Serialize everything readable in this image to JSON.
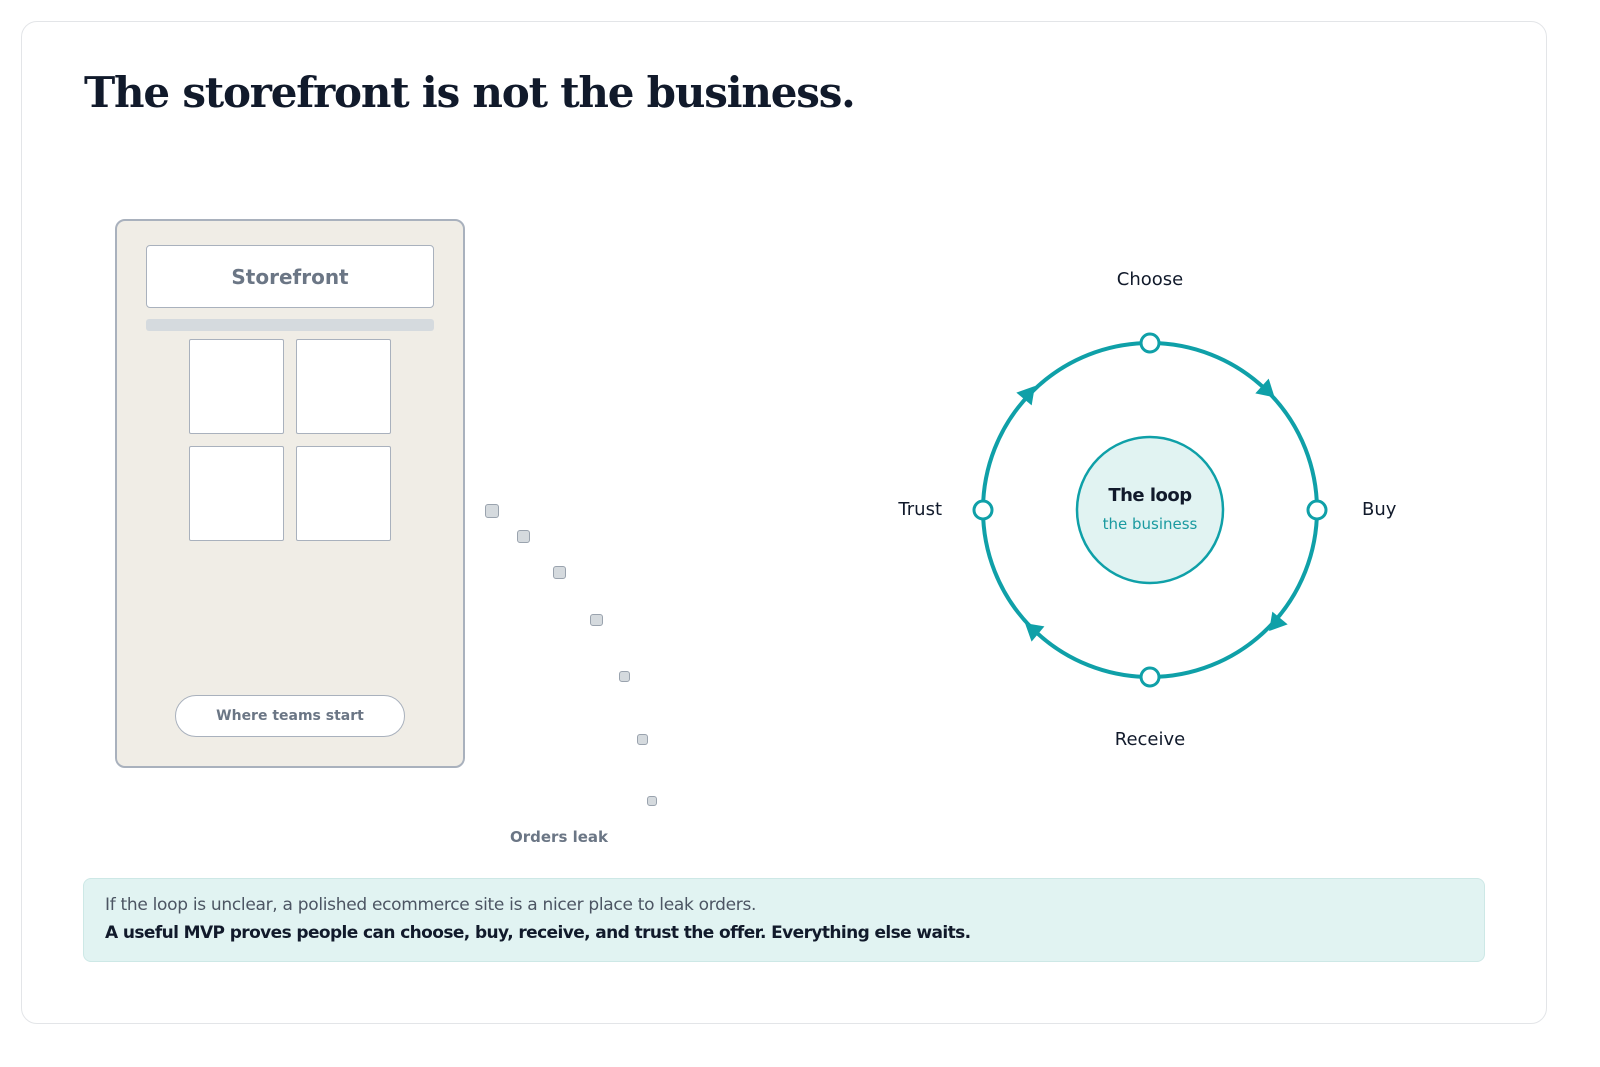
{
  "title": "The storefront is not the business.",
  "storefront": {
    "header_label": "Storefront",
    "start_label": "Where teams start",
    "product_tile_count": 4
  },
  "leak": {
    "label": "Orders leak",
    "orders_count": 7
  },
  "loop": {
    "center_title": "The loop",
    "center_subtitle": "the business",
    "stages": {
      "top": "Choose",
      "right": "Buy",
      "bottom": "Receive",
      "left": "Trust"
    },
    "flow_direction": "clockwise"
  },
  "callout": {
    "line1": "If the loop is unclear, a polished ecommerce site is a nicer place to leak orders.",
    "line2": "A useful MVP proves people can choose, buy, receive, and trust the offer. Everything else waits."
  },
  "colors": {
    "accent": "#0fa0a8",
    "accent_light": "#e1f3f2",
    "title_text": "#111a2b",
    "muted_text": "#6b7685",
    "panel_fill": "#f0ede6",
    "panel_border": "#a9b1bd"
  }
}
